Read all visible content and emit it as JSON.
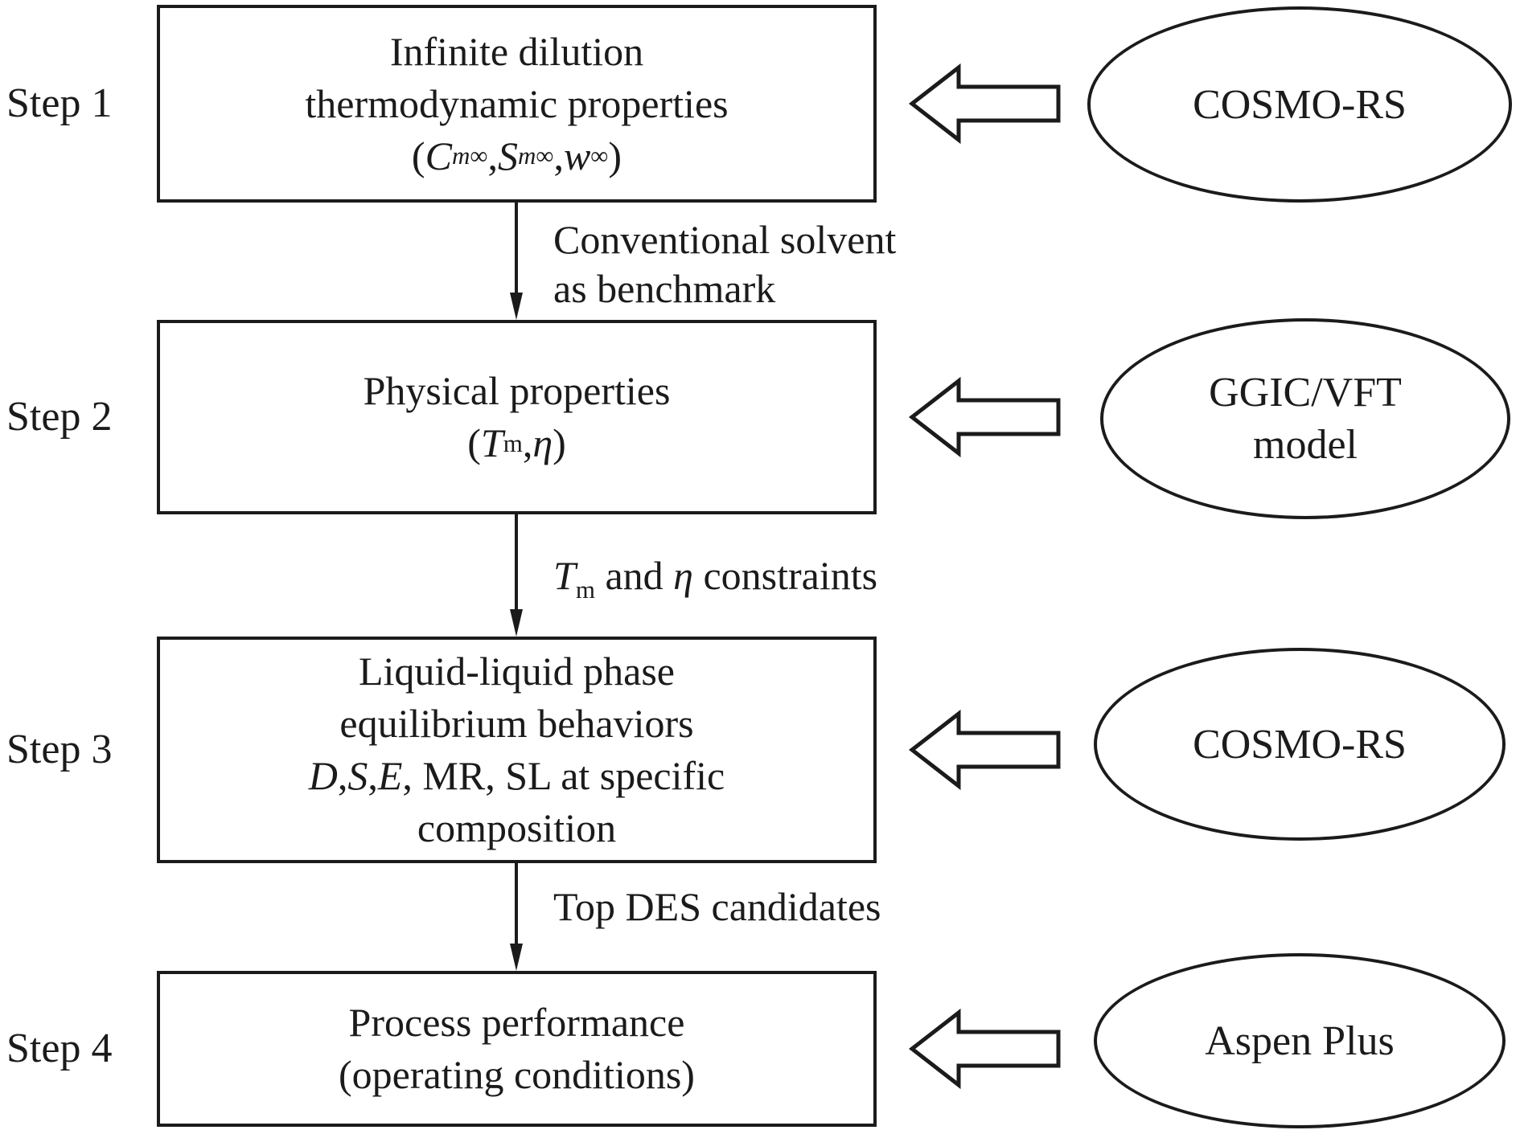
{
  "figure": {
    "bg": "#ffffff",
    "ink": "#1b1b1b"
  },
  "steps": [
    {
      "label": "Step 1",
      "box": [
        [
          {
            "t": "Infinite dilution"
          }
        ],
        [
          {
            "t": "thermodynamic properties"
          }
        ],
        [
          {
            "t": "("
          },
          {
            "t": "C",
            "i": 1
          },
          {
            "t": "m",
            "i": 1,
            "v": "sub"
          },
          {
            "t": "∞",
            "v": "sup"
          },
          {
            "t": ", "
          },
          {
            "t": "S",
            "i": 1
          },
          {
            "t": "m",
            "i": 1,
            "v": "sub"
          },
          {
            "t": "∞",
            "v": "sup"
          },
          {
            "t": ", "
          },
          {
            "t": "w",
            "i": 1
          },
          {
            "t": "∞",
            "v": "sup"
          },
          {
            "t": ")"
          }
        ]
      ],
      "source": [
        [
          {
            "t": "COSMO-RS"
          }
        ]
      ],
      "connector": [
        [
          {
            "t": "Conventional solvent"
          }
        ],
        [
          {
            "t": "as benchmark"
          }
        ]
      ]
    },
    {
      "label": "Step 2",
      "box": [
        [
          {
            "t": "Physical properties"
          }
        ],
        [
          {
            "t": "("
          },
          {
            "t": "T",
            "i": 1
          },
          {
            "t": "m",
            "v": "sub"
          },
          {
            "t": ","
          },
          {
            "t": "η",
            "i": 1
          },
          {
            "t": ")"
          }
        ]
      ],
      "source": [
        [
          {
            "t": "GGIC/VFT"
          }
        ],
        [
          {
            "t": "model"
          }
        ]
      ],
      "connector": [
        [
          {
            "t": "T",
            "i": 1
          },
          {
            "t": "m",
            "v": "sub"
          },
          {
            "t": " and "
          },
          {
            "t": "η",
            "i": 1
          },
          {
            "t": " constraints"
          }
        ]
      ]
    },
    {
      "label": "Step 3",
      "box": [
        [
          {
            "t": "Liquid-liquid phase"
          }
        ],
        [
          {
            "t": "equilibrium behaviors"
          }
        ],
        [
          {
            "t": "D",
            "i": 1
          },
          {
            "t": ", "
          },
          {
            "t": "S",
            "i": 1
          },
          {
            "t": ", "
          },
          {
            "t": "E",
            "i": 1
          },
          {
            "t": ", MR, SL at specific"
          }
        ],
        [
          {
            "t": "composition"
          }
        ]
      ],
      "source": [
        [
          {
            "t": "COSMO-RS"
          }
        ]
      ],
      "connector": [
        [
          {
            "t": "Top DES candidates"
          }
        ]
      ]
    },
    {
      "label": "Step 4",
      "box": [
        [
          {
            "t": "Process performance"
          }
        ],
        [
          {
            "t": "(operating conditions)"
          }
        ]
      ],
      "source": [
        [
          {
            "t": "Aspen Plus"
          }
        ]
      ],
      "connector": null
    }
  ]
}
